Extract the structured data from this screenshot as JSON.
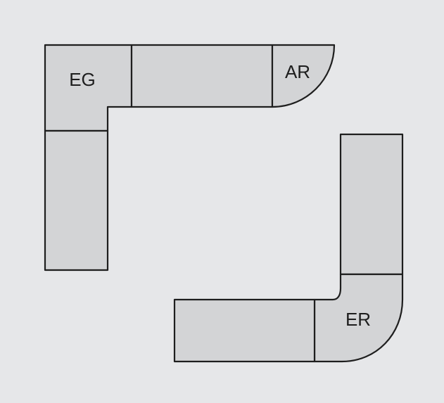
{
  "diagram": {
    "background_color": "#e6e7e9",
    "module_fill": "#d3d4d6",
    "stroke_color": "#1e1e1e",
    "labels": {
      "eg": "EG",
      "ar": "AR",
      "er": "ER"
    }
  }
}
